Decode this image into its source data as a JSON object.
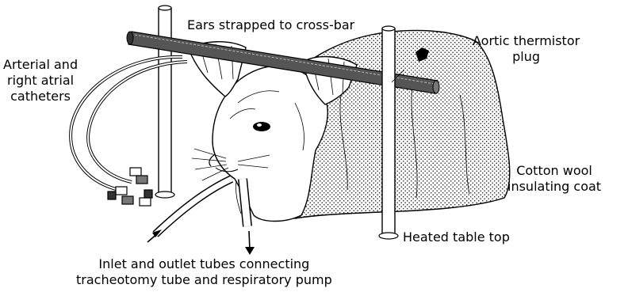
{
  "labels": {
    "ears": "Ears strapped to cross-bar",
    "aortic": [
      "Aortic thermistor",
      "plug"
    ],
    "catheters": [
      "Arterial and",
      "right atrial",
      "catheters"
    ],
    "cotton": [
      "Cotton wool",
      "insulating coat"
    ],
    "table": "Heated table top",
    "tubes": [
      "Inlet and outlet tubes connecting",
      "tracheotomy tube and respiratory pump"
    ]
  },
  "colors": {
    "ink": "#000000",
    "background": "#ffffff",
    "stipple": "#2a2a2a"
  }
}
